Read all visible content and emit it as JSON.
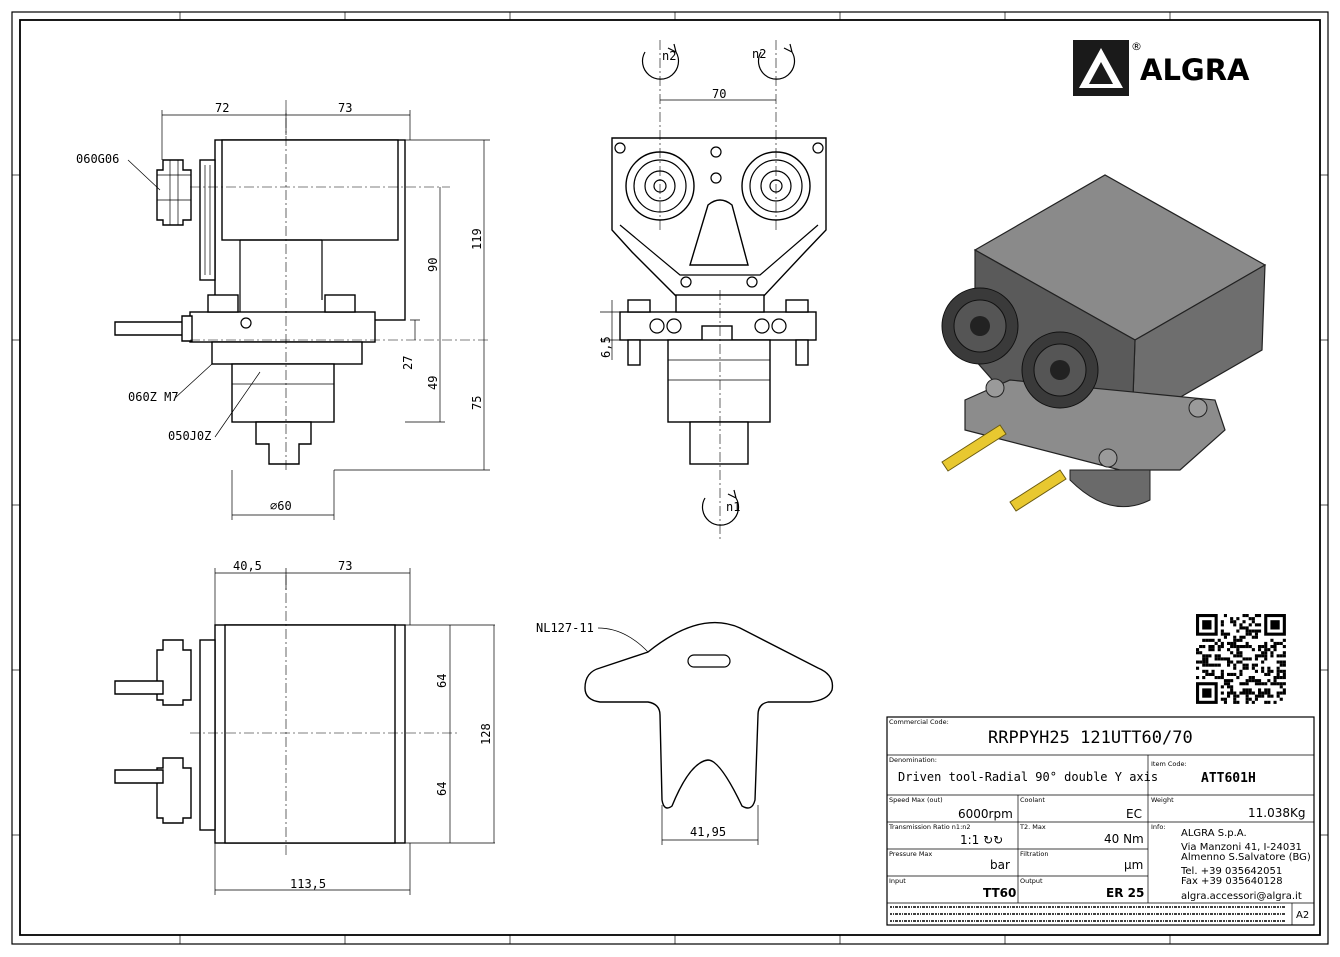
{
  "brand": {
    "name": "ALGRA",
    "registered": "®"
  },
  "dimensions": {
    "front": {
      "d72": "72",
      "d73": "73",
      "d119": "119",
      "d90": "90",
      "d27": "27",
      "d49": "49",
      "d75": "75",
      "dia60": "⌀60"
    },
    "side": {
      "d70": "70",
      "d6_5": "6,5"
    },
    "top": {
      "d40_5": "40,5",
      "d73": "73",
      "d64a": "64",
      "d64b": "64",
      "d128": "128",
      "d113_5": "113,5"
    },
    "plate": {
      "d41_95": "41,95"
    }
  },
  "callouts": {
    "c1": "060G06",
    "c2": "060Z M7",
    "c3": "050J0Z",
    "plate": "NL127-11"
  },
  "rotations": {
    "n2a": "n2",
    "n2b": "n2",
    "n1": "n1"
  },
  "title_block": {
    "commercial_code_label": "Commercial Code:",
    "commercial_code": "RRPPYH25 121UTT60/70",
    "denomination_label": "Denomination:",
    "denomination": "Driven tool-Radial 90° double Y axis",
    "item_code_label": "Item Code:",
    "item_code": "ATT601H",
    "speed_label": "Speed Max (out)",
    "speed": "6000rpm",
    "coolant_label": "Coolant",
    "coolant": "EC",
    "weight_label": "Weight",
    "weight": "11.038Kg",
    "ratio_label": "Transmission Ratio n1:n2",
    "ratio": "1:1 ↻↻",
    "torque_label": "T2. Max",
    "torque": "40 Nm",
    "info_label": "Info:",
    "pressure_label": "Pressure Max",
    "pressure": "bar",
    "filtration_label": "Filtration",
    "filtration": "µm",
    "input_label": "Input",
    "input": "TT60",
    "output_label": "Output",
    "output": "ER 25",
    "company": "ALGRA S.p.A.",
    "address1": "Via Manzoni 41, I-24031",
    "address2": "Almenno S.Salvatore (BG)",
    "tel": "Tel. +39 035642051",
    "fax": "Fax +39 035640128",
    "email": "algra.accessori@algra.it",
    "sheet_size": "A2"
  },
  "colors": {
    "line": "#000000",
    "render_body": "#6e6e6e",
    "render_dark": "#3a3a3a",
    "pin": "#e8c830"
  }
}
